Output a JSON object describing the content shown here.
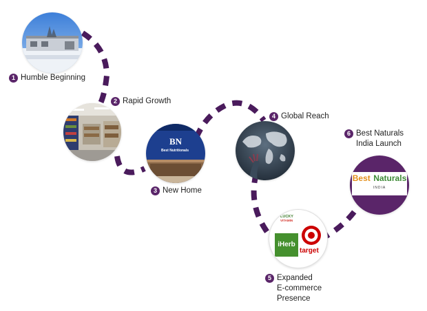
{
  "colors": {
    "path": "#4a1b5c",
    "badge": "#5a2569",
    "ring": "#5a2569"
  },
  "milestones": [
    {
      "number": "1",
      "lines": [
        "Humble Beginning"
      ]
    },
    {
      "number": "2",
      "lines": [
        "Rapid Growth"
      ]
    },
    {
      "number": "3",
      "lines": [
        "New Home"
      ]
    },
    {
      "number": "4",
      "lines": [
        "Global Reach"
      ]
    },
    {
      "number": "5",
      "lines": [
        "Expanded",
        "E-commerce",
        "Presence"
      ]
    },
    {
      "number": "6",
      "lines": [
        "Best Naturals",
        "India Launch"
      ]
    }
  ],
  "photo_text": {
    "sign_bn": "BN",
    "sign_name": "Best Nutritionals",
    "lucky_line1": "LUCKY",
    "lucky_line2": "VITAMIN",
    "iherb": "iHerb",
    "target": "target",
    "bn_logo_best": "Best",
    "bn_logo_naturals": "Naturals",
    "bn_logo_india": "INDIA"
  }
}
